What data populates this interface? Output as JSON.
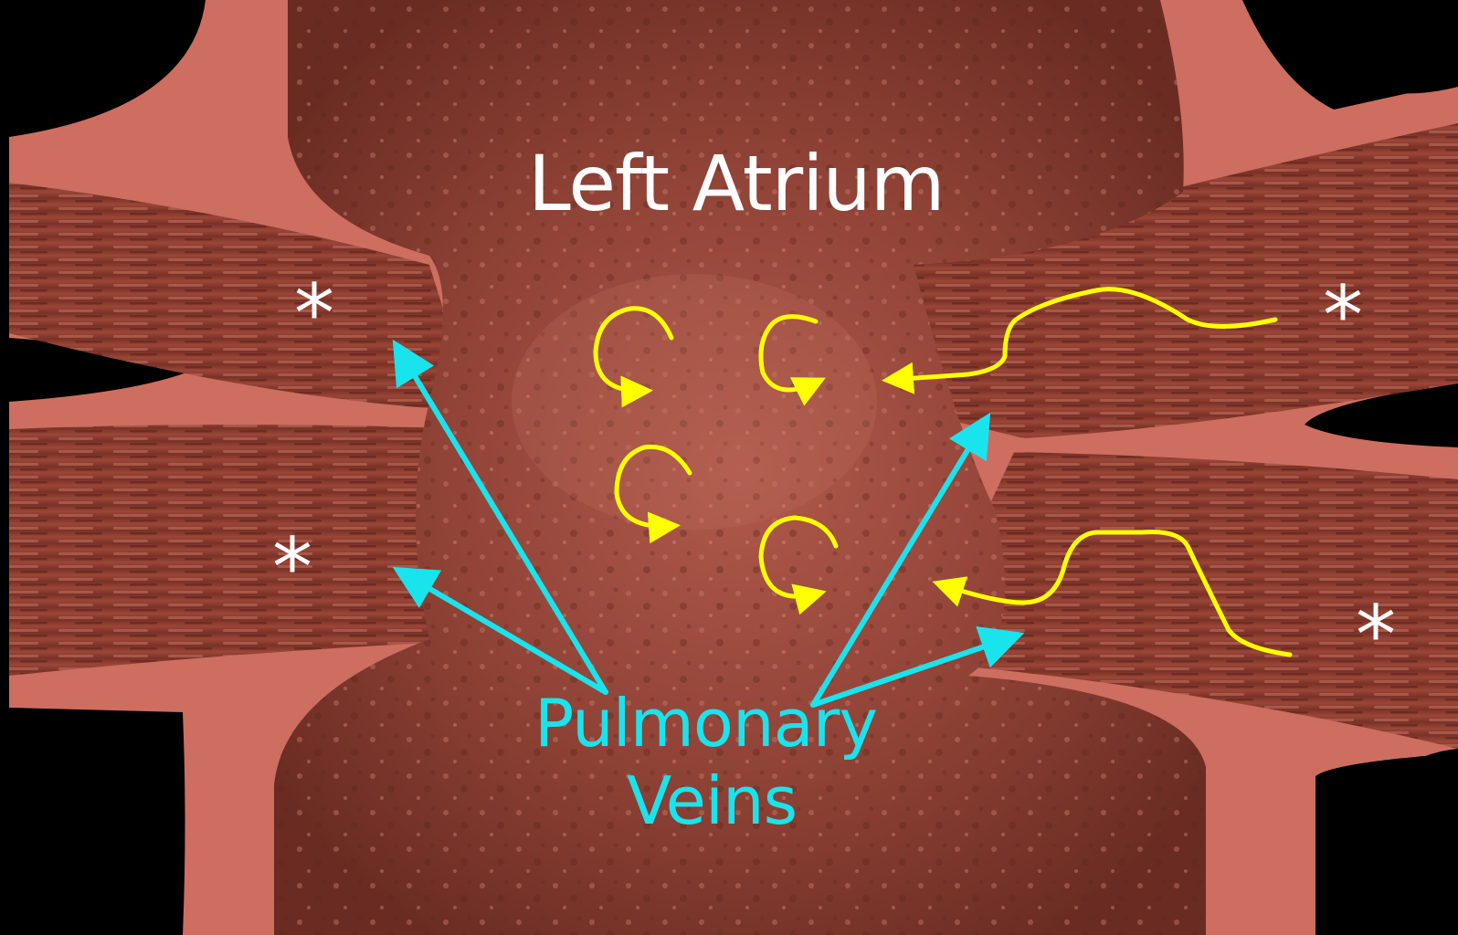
{
  "labels": {
    "title": "Left Atrium",
    "veins_line1": "Pulmonary",
    "veins_line2": "Veins",
    "asterisk": "*"
  },
  "colors": {
    "tissue": "#cd6e60",
    "atrium_dark": "#6e2e24",
    "vein_stripe": "#8a3c30",
    "background": "#000000",
    "pointer_arrows": "#19e4ee",
    "flow_arrows": "#ffff00",
    "text": "#ffffff"
  },
  "icons": {
    "pointer": "cyan-arrow-icon",
    "flow_swirl": "yellow-curl-arrow-icon",
    "flow_inflow": "yellow-wavy-arrow-icon"
  }
}
